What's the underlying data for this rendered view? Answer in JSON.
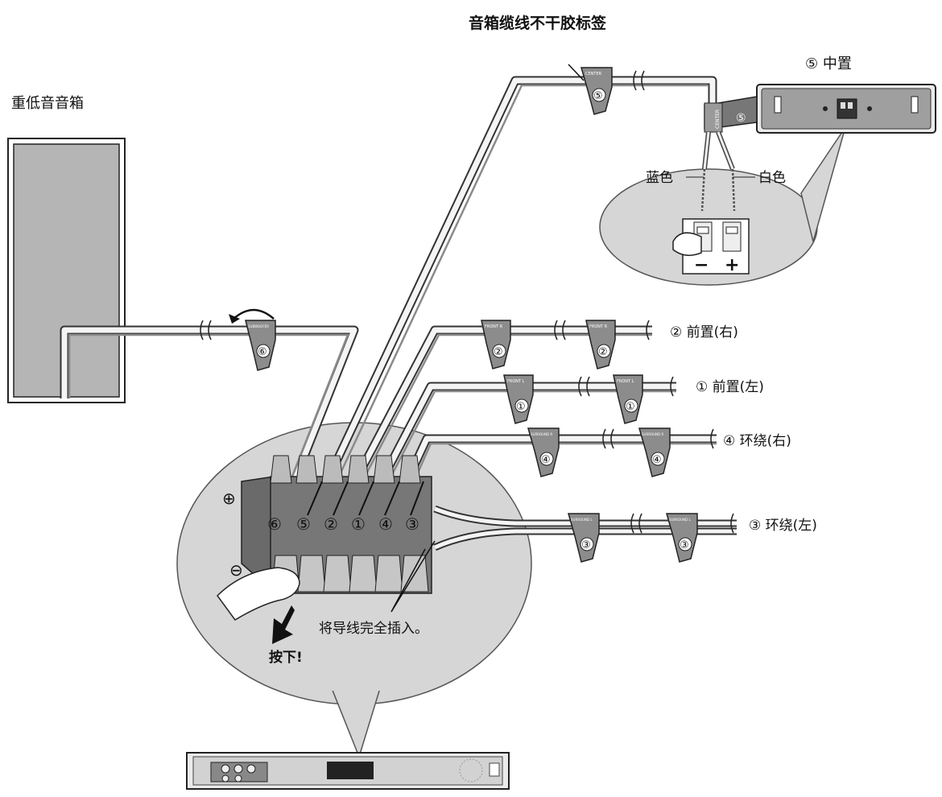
{
  "labels": {
    "speaker_cable_label": "音箱缆线不干胶标签",
    "subwoofer": "重低音音箱",
    "center": "⑤ 中置",
    "blue": "蓝色",
    "white": "白色",
    "front_right": "② 前置(右)",
    "front_left": "① 前置(左)",
    "surround_right": "④ 环绕(右)",
    "surround_left": "③ 环绕(左)",
    "insert_fully": "将导线完全插入。",
    "press": "按下!",
    "plus_symbol": "⊕",
    "minus_symbol": "⊖",
    "minus_sign": "−",
    "plus_sign": "+"
  },
  "terminal_numbers": [
    "⑥",
    "⑤",
    "②",
    "①",
    "④",
    "③"
  ],
  "tag_texts": {
    "center": "CENTER",
    "subwoofer": "SUBWOOFER",
    "front_r": "FRONT R",
    "front_l": "FRONT L",
    "surround_r": "SURROUND R",
    "surround_l": "SURROUND L"
  },
  "tag_numbers": {
    "center": "⑤",
    "subwoofer": "⑥",
    "front_r": "②",
    "front_l": "①",
    "surround_r": "④",
    "surround_l": "③"
  }
}
